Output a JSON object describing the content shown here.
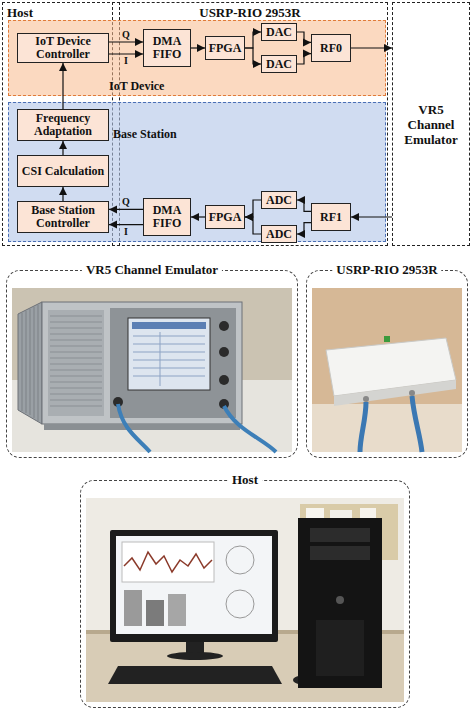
{
  "diagram": {
    "nodes": [
      {
        "text": [
          "Host"
        ]
      },
      {
        "text": [
          "USRP-RIO 2953R"
        ]
      },
      {
        "text": [
          "IoT Device"
        ]
      },
      {
        "text": [
          "IoT Device Controller"
        ],
        "in": 2
      },
      {
        "text": [
          "DMA FIFO"
        ],
        "in": 2
      },
      {
        "text": [
          "FPGA"
        ],
        "in": 2
      },
      {
        "text": [
          "DAC"
        ],
        "in": 2
      },
      {
        "text": [
          "DAC"
        ],
        "in": 2
      },
      {
        "text": [
          "RF0"
        ],
        "in": 2
      },
      {
        "text": [
          "VR5 Channel Emulator"
        ]
      },
      {
        "text": [
          "Base Station"
        ]
      },
      {
        "text": [
          "Frequency Adaptation"
        ],
        "in": 10
      },
      {
        "text": [
          "CSI Calculation"
        ],
        "in": 10
      },
      {
        "text": [
          "Base Station Controller"
        ],
        "in": 10
      },
      {
        "text": [
          "DMA FIFO"
        ],
        "in": 10
      },
      {
        "text": [
          "FPGA"
        ],
        "in": 10
      },
      {
        "text": [
          "ADC"
        ],
        "in": 10
      },
      {
        "text": [
          "ADC"
        ],
        "in": 10
      },
      {
        "text": [
          "RF1"
        ],
        "in": 10
      },
      {
        "text": [
          "VR5 Channel Emulator"
        ]
      },
      {
        "text": [
          "USRP-RIO 2953R"
        ]
      },
      {
        "text": [
          "Host"
        ]
      }
    ],
    "edges": [
      {
        "from": 3,
        "to": 4,
        "label": "Q",
        "arrow": "to"
      },
      {
        "from": 3,
        "to": 4,
        "label": "I",
        "arrow": "to"
      },
      {
        "from": 4,
        "to": 5,
        "arrow": "to"
      },
      {
        "from": 5,
        "to": 6,
        "arrow": "to"
      },
      {
        "from": 5,
        "to": 7,
        "arrow": "to"
      },
      {
        "from": 6,
        "to": 8,
        "arrow": "to"
      },
      {
        "from": 7,
        "to": 8,
        "arrow": "to"
      },
      {
        "from": 8,
        "to": 9,
        "arrow": "to"
      },
      {
        "from": 9,
        "to": 18,
        "arrow": "to"
      },
      {
        "from": 18,
        "to": 16,
        "arrow": "to"
      },
      {
        "from": 18,
        "to": 17,
        "arrow": "to"
      },
      {
        "from": 16,
        "to": 15,
        "arrow": "to"
      },
      {
        "from": 17,
        "to": 15,
        "arrow": "to"
      },
      {
        "from": 15,
        "to": 14,
        "arrow": "to"
      },
      {
        "from": 14,
        "to": 13,
        "label": "Q",
        "arrow": "to"
      },
      {
        "from": 14,
        "to": 13,
        "label": "I",
        "arrow": "to"
      },
      {
        "from": 13,
        "to": 12,
        "arrow": "to"
      },
      {
        "from": 12,
        "to": 11,
        "arrow": "to"
      },
      {
        "from": 11,
        "to": 3,
        "arrow": "to"
      }
    ]
  }
}
